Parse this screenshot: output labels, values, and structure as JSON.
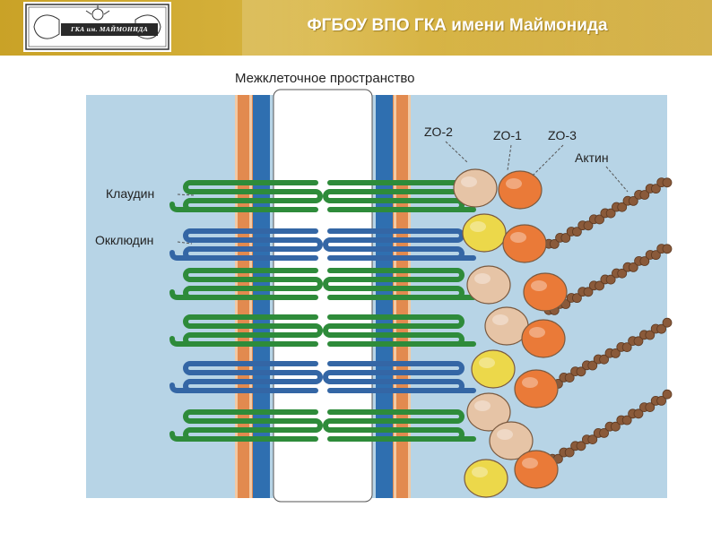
{
  "header": {
    "title": "ФГБОУ ВПО ГКА имени Маймонида",
    "logo_text": "ГКА им. МАЙМОНИДА",
    "background_color": "#d0aa33"
  },
  "diagram": {
    "top_label": "Межклеточное пространство",
    "labels": {
      "claudin": "Клаудин",
      "occludin": "Окклюдин",
      "zo2": "ZO-2",
      "zo1": "ZO-1",
      "zo3": "ZO-3",
      "actin": "Актин"
    },
    "colors": {
      "cytoplasm": "#b7d4e6",
      "lipid_outer": "#e28a4f",
      "lipid_inner": "#2f6fb0",
      "claudin": "#2e8b3a",
      "occludin": "#3466a5",
      "zo2": "#e6c4a6",
      "zo1": "#ea7a38",
      "zo3": "#ecd84a",
      "actin": "#8a5a3a"
    }
  }
}
